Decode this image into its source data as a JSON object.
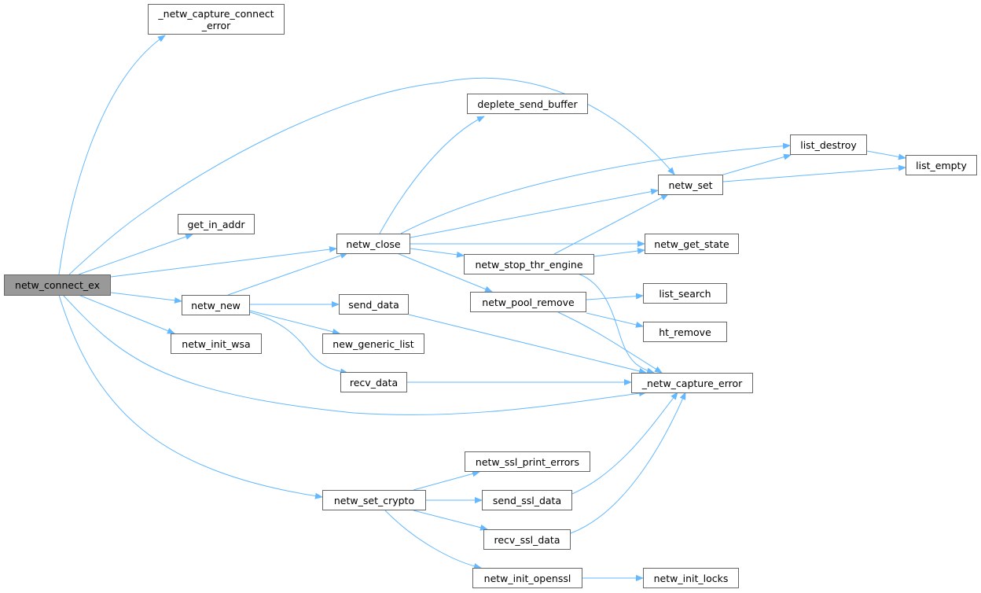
{
  "colors": {
    "edge": "#63b8ff",
    "root_fill": "#999999",
    "node_border": "#666666"
  },
  "nodes": {
    "netw_connect_ex": "netw_connect_ex",
    "capture_connect_error_l1": "_netw_capture_connect",
    "capture_connect_error_l2": "_error",
    "get_in_addr": "get_in_addr",
    "netw_close": "netw_close",
    "netw_new": "netw_new",
    "netw_init_wsa": "netw_init_wsa",
    "send_data": "send_data",
    "new_generic_list": "new_generic_list",
    "recv_data": "recv_data",
    "deplete_send_buffer": "deplete_send_buffer",
    "list_destroy": "list_destroy",
    "list_empty": "list_empty",
    "netw_set": "netw_set",
    "netw_get_state": "netw_get_state",
    "netw_stop_thr_engine": "netw_stop_thr_engine",
    "netw_pool_remove": "netw_pool_remove",
    "list_search": "list_search",
    "ht_remove": "ht_remove",
    "netw_capture_error": "_netw_capture_error",
    "netw_ssl_print_errors": "netw_ssl_print_errors",
    "netw_set_crypto": "netw_set_crypto",
    "send_ssl_data": "send_ssl_data",
    "recv_ssl_data": "recv_ssl_data",
    "netw_init_openssl": "netw_init_openssl",
    "netw_init_locks": "netw_init_locks"
  }
}
